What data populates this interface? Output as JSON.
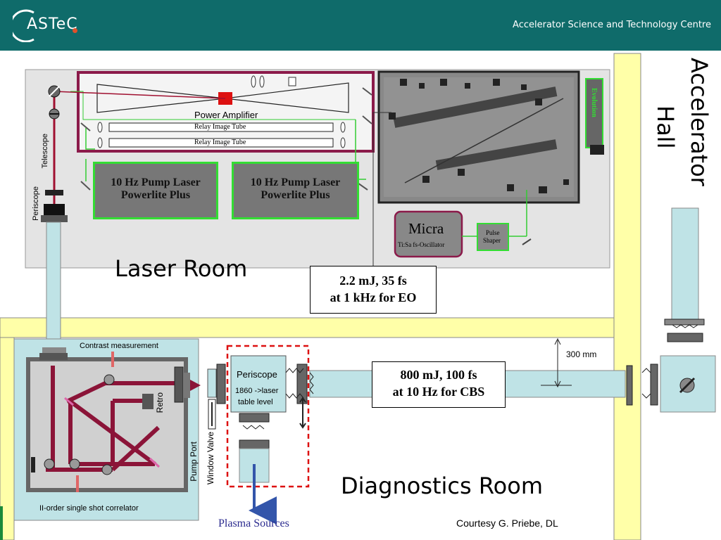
{
  "header": {
    "logo_text": "ASTeC",
    "title": "Accelerator Science and Technology Centre"
  },
  "rooms": {
    "laser_room": "Laser Room",
    "diagnostics_room": "Diagnostics Room",
    "accelerator_hall_line1": "Accelerator",
    "accelerator_hall_line2": "Hall"
  },
  "laser_room": {
    "power_amplifier": "Power Amplifier",
    "relay_image_tube_1": "Relay Image Tube",
    "relay_image_tube_2": "Relay Image Tube",
    "pump_laser_1_line1": "10 Hz Pump Laser",
    "pump_laser_1_line2": "Powerlite Plus",
    "pump_laser_2_line1": "10 Hz Pump Laser",
    "pump_laser_2_line2": "Powerlite Plus",
    "evolution": "Evolution",
    "micra": "Micra",
    "micra_sub": "Ti:Sa fs-Oscillator",
    "pulse_shaper_line1": "Pulse",
    "pulse_shaper_line2": "Shaper",
    "telescope": "Telescope",
    "periscope": "Periscope",
    "eo_spec_line1": "2.2 mJ, 35 fs",
    "eo_spec_line2": "at 1 kHz for EO"
  },
  "diagnostics_room": {
    "contrast_measurement": "Contrast measurement",
    "retro": "Retro",
    "pump_port": "Pump Port",
    "correlator": "II-order single shot correlator",
    "window_valve": "Window Valve",
    "periscope_title": "Periscope",
    "periscope_line1": "1860 ->laser",
    "periscope_line2": "table level",
    "plasma_sources": "Plasma Sources",
    "cbs_spec_line1": "800 mJ, 100 fs",
    "cbs_spec_line2": "at 10 Hz for CBS",
    "dimension": "300 mm",
    "courtesy": "Courtesy G. Priebe, DL"
  },
  "colors": {
    "header_bg": "#0f6b6a",
    "wall_yellow": "#ffffa8",
    "beam_red": "#8b1438",
    "pipe_blue": "#bfe3e6",
    "amp_border": "#8b1a4a",
    "pump_border": "#33dd33",
    "enclosure_dashed": "#dd1111",
    "plasma_text": "#2b2b8f"
  }
}
